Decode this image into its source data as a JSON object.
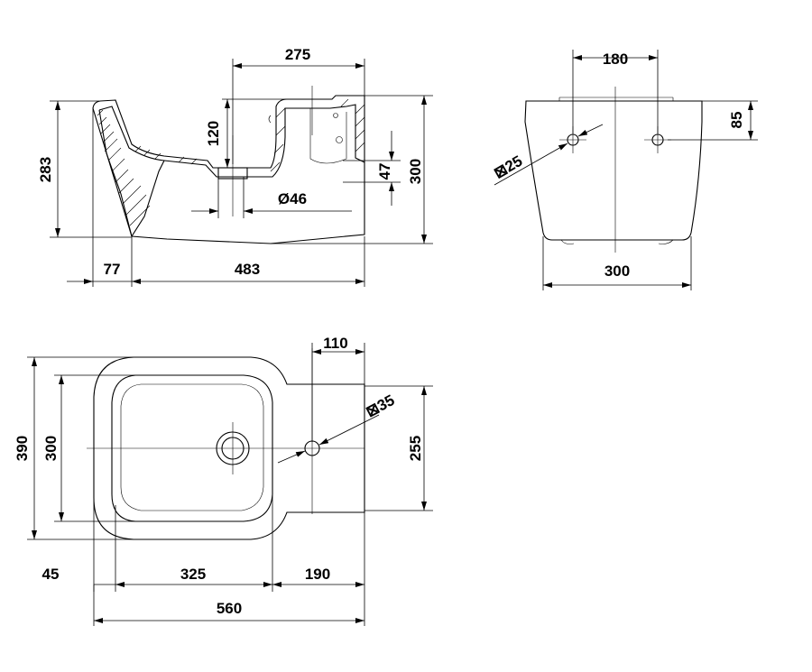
{
  "side_view": {
    "dim_275": "275",
    "dim_120": "120",
    "dim_283": "283",
    "dim_300": "300",
    "dim_47": "47",
    "dim_46": "Ø46",
    "dim_77": "77",
    "dim_483": "483"
  },
  "back_view": {
    "dim_180": "180",
    "dim_85": "85",
    "dim_25": "⊠25",
    "dim_300": "300"
  },
  "top_view": {
    "dim_110": "110",
    "dim_35": "⊠35",
    "dim_390": "390",
    "dim_300": "300",
    "dim_255": "255",
    "dim_45": "45",
    "dim_325": "325",
    "dim_190": "190",
    "dim_560": "560"
  },
  "colors": {
    "line": "#000000",
    "background": "#ffffff"
  }
}
